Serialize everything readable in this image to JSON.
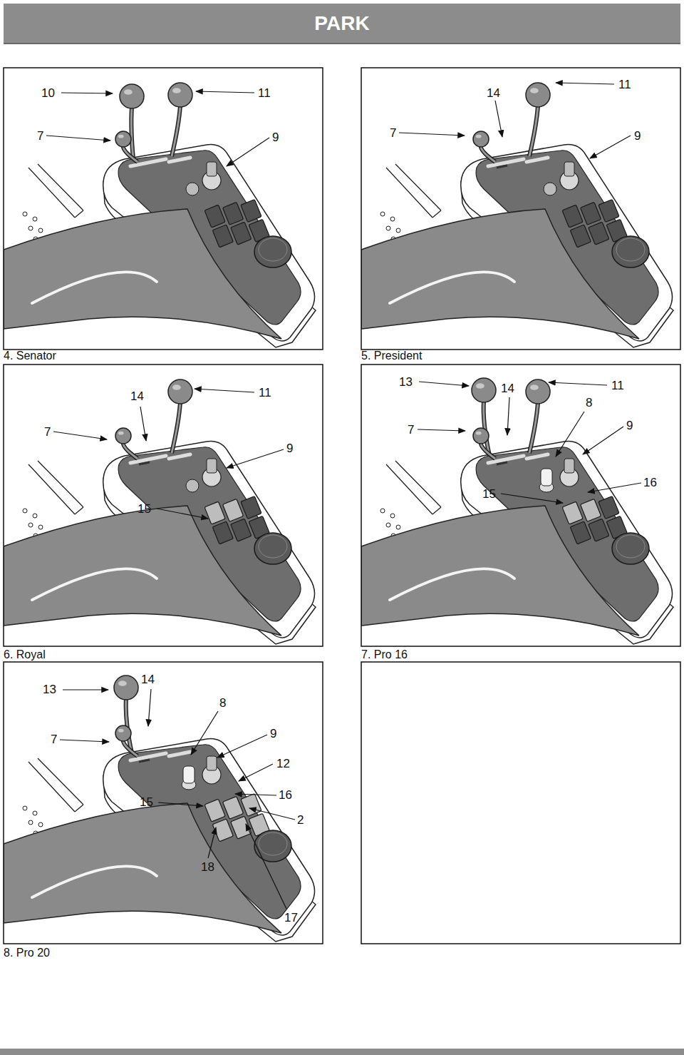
{
  "diagram": {
    "title": "PARK",
    "labels": [
      "10",
      "11",
      "7",
      "9",
      "4. Senator",
      "14",
      "11",
      "7",
      "9",
      "5. President",
      "14",
      "11",
      "7",
      "9",
      "15",
      "6. Royal",
      "13",
      "14",
      "11",
      "8",
      "7",
      "9",
      "15",
      "16",
      "7. Pro 16",
      "13",
      "14",
      "8",
      "7",
      "9",
      "12",
      "15",
      "16",
      "2",
      "18",
      "17",
      "8. Pro 20"
    ]
  }
}
